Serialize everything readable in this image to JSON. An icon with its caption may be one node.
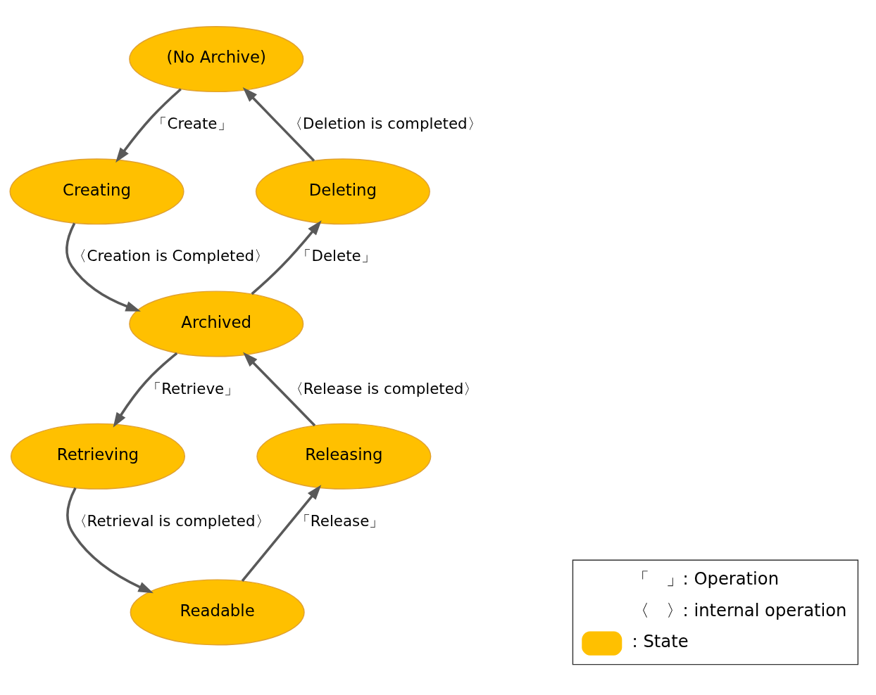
{
  "diagram": {
    "nodes": [
      {
        "text": [
          "(No Archive)"
        ]
      },
      {
        "text": [
          "Creating"
        ]
      },
      {
        "text": [
          "Deleting"
        ]
      },
      {
        "text": [
          "Archived"
        ]
      },
      {
        "text": [
          "Retrieving"
        ]
      },
      {
        "text": [
          "Releasing"
        ]
      },
      {
        "text": [
          "Readable"
        ]
      }
    ],
    "edges": [
      {
        "from": 0,
        "to": 1,
        "arrow": "to",
        "label": "「Create」"
      },
      {
        "from": 1,
        "to": 3,
        "arrow": "to",
        "label": "〈Creation is Completed〉"
      },
      {
        "from": 2,
        "to": 0,
        "arrow": "to",
        "label": "〈Deletion is completed〉"
      },
      {
        "from": 3,
        "to": 2,
        "arrow": "to",
        "label": "「Delete」"
      },
      {
        "from": 5,
        "to": 3,
        "arrow": "to",
        "label": "〈Release is completed〉"
      },
      {
        "from": 3,
        "to": 4,
        "arrow": "to",
        "label": "「Retrieve」"
      },
      {
        "from": 4,
        "to": 6,
        "arrow": "to",
        "label": "〈Retrieval is completed〉"
      },
      {
        "from": 6,
        "to": 5,
        "arrow": "to",
        "label": "「Release」"
      }
    ],
    "legend": [
      {
        "text": "「　」: Operation"
      },
      {
        "text": "〈　〉: internal operation"
      },
      {
        "text": ": State",
        "color": "#ffc000"
      }
    ]
  }
}
